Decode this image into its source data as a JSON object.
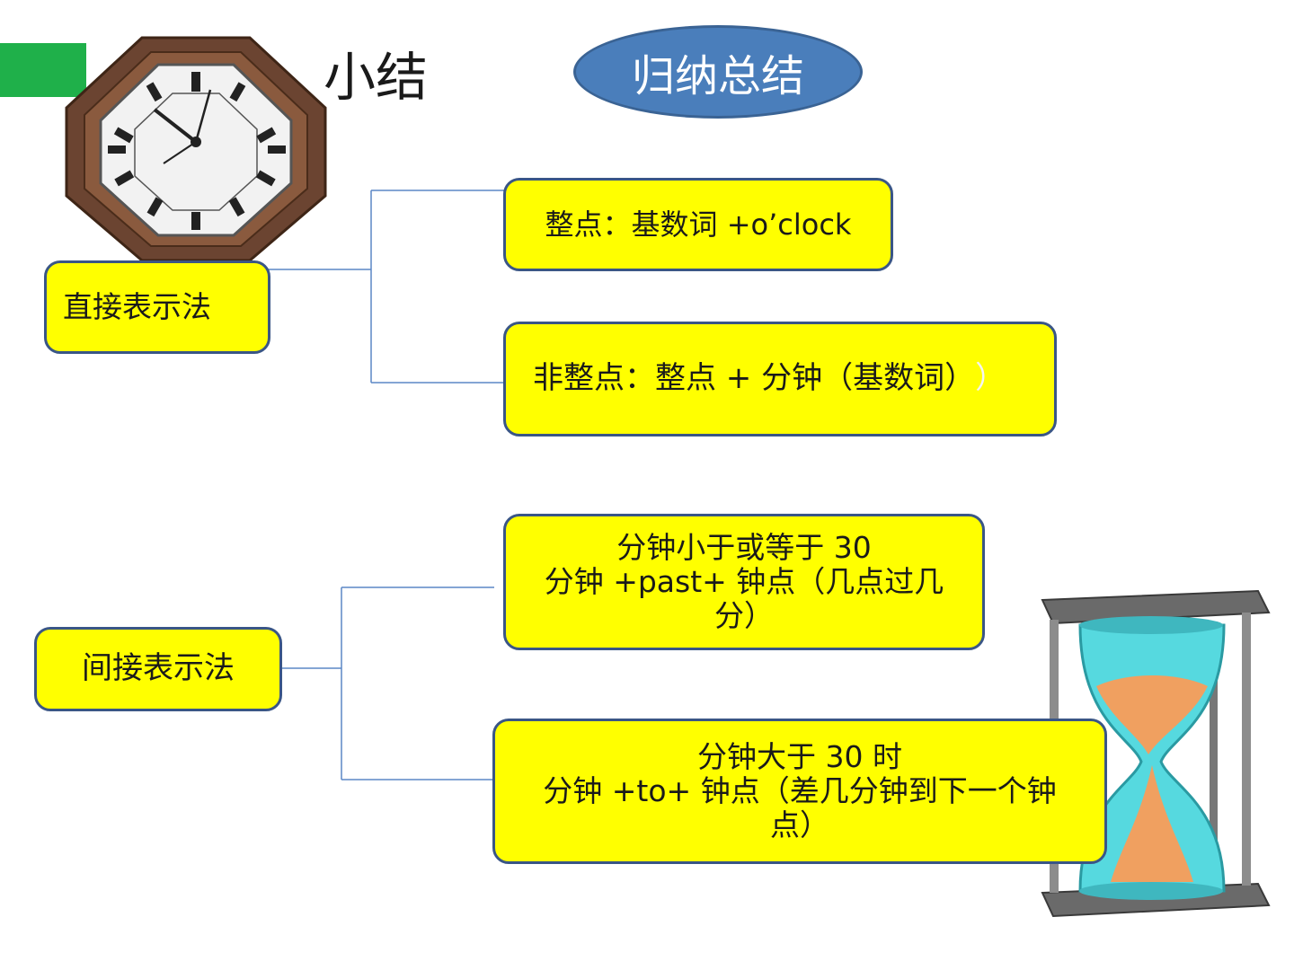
{
  "slide": {
    "title": "小结",
    "summary_label": "归纳总结"
  },
  "direct": {
    "label": "直接表示法",
    "items": [
      {
        "text": "整点：基数词 +o’clock"
      },
      {
        "text": "非整点：整点 + 分钟（基数词）",
        "trailing": "）"
      }
    ]
  },
  "indirect": {
    "label": "间接表示法",
    "items": [
      {
        "lines": [
          "分钟小于或等于 30",
          "分钟 +past+ 钟点（几点过几",
          "分）"
        ]
      },
      {
        "lines": [
          "分钟大于 30 时",
          "分钟 +to+ 钟点（差几分钟到下一个钟",
          "点）"
        ]
      }
    ]
  },
  "colors": {
    "box_fill": "#ffff00",
    "box_border": "#3a5686",
    "pill_fill": "#4a7ebb",
    "accent_green": "#1fb04a",
    "connector": "#5b87c5"
  },
  "icons": [
    "clock-icon",
    "hourglass-icon"
  ]
}
